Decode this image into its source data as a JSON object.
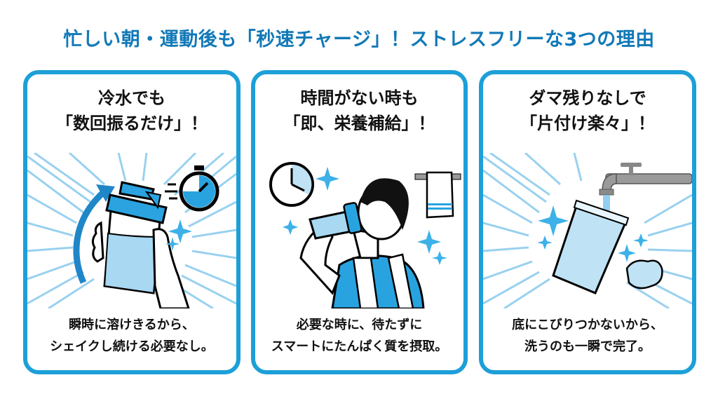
{
  "headline": "忙しい朝・運動後も「秒速チャージ」！ストレスフリーな3つの理由",
  "colors": {
    "headline": "#1279b7",
    "card_border": "#1d9fd8",
    "accent_blue": "#29a3e0",
    "light_blue": "#bfe3f5",
    "text": "#111111"
  },
  "cards": [
    {
      "title_line1": "冷水でも",
      "title_line2": "「数回振るだけ」！",
      "illustration": "hand-shaking-shaker-bottle-with-stopwatch",
      "icons": [
        "arrow-icon",
        "stopwatch-icon",
        "sparkle-icon",
        "shaker-bottle-icon"
      ],
      "desc_line1": "瞬時に溶けきるから、",
      "desc_line2": "シェイクし続ける必要なし。"
    },
    {
      "title_line1": "時間がない時も",
      "title_line2": "「即、栄養補給」！",
      "illustration": "man-drinking-from-shaker-with-towel",
      "icons": [
        "clock-icon",
        "towel-icon",
        "sparkle-icon",
        "shaker-bottle-icon"
      ],
      "desc_line1": "必要な時に、待たずに",
      "desc_line2": "スマートにたんぱく質を摂取。"
    },
    {
      "title_line1": "ダマ残りなしで",
      "title_line2": "「片付け楽々」！",
      "illustration": "rinsing-cup-under-faucet-with-sponge",
      "icons": [
        "faucet-icon",
        "cup-icon",
        "sponge-icon",
        "sparkle-icon"
      ],
      "desc_line1": "底にこびりつかないから、",
      "desc_line2": "洗うのも一瞬で完了。"
    }
  ]
}
